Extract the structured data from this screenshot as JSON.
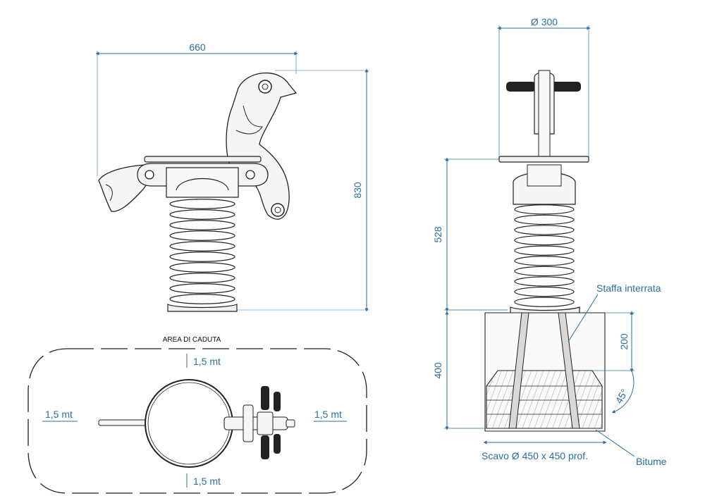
{
  "side_view": {
    "width_dim": "660",
    "height_dim": "830"
  },
  "top_view": {
    "area_label": "AREA DI CADUTA",
    "top_margin": "1,5 mt",
    "bottom_margin": "1,5 mt",
    "left_margin": "1,5 mt",
    "right_margin": "1,5 mt"
  },
  "front_view": {
    "diameter_dim": "Ø 300",
    "height_dim": "528",
    "depth_dim": "400",
    "bracket_depth_dim": "200",
    "angle_dim": "45°",
    "bracket_label": "Staffa interrata",
    "bitumen_label": "Bitume",
    "excavation_label": "Scavo Ø 450 x 450 prof."
  },
  "colors": {
    "dimension": "#2a6f9e",
    "outline": "#222222"
  }
}
